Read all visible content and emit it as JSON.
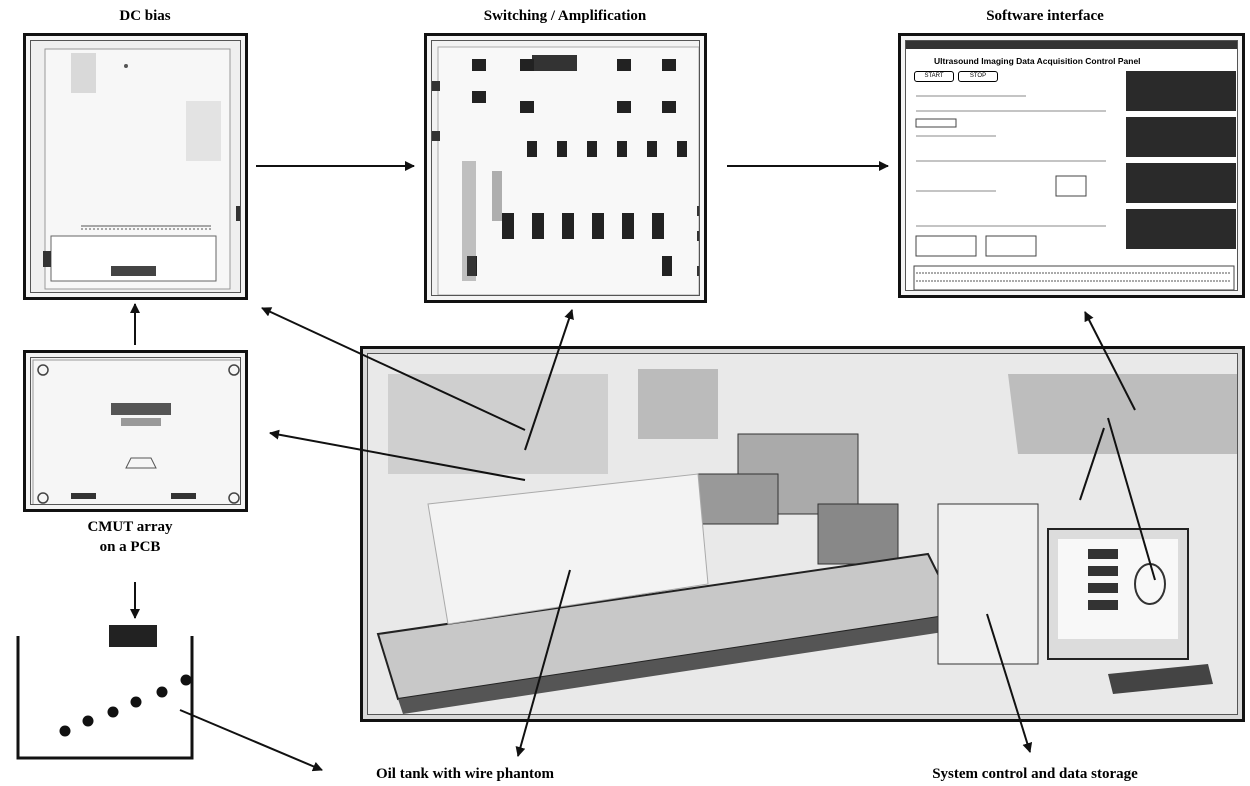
{
  "labels": {
    "dc_bias": "DC bias",
    "switching": "Switching / Amplification",
    "software": "Software interface",
    "cmut_line1": "CMUT array",
    "cmut_line2": "on a PCB",
    "oil_tank": "Oil tank with wire phantom",
    "system_control": "System control and data storage"
  },
  "software_panel": {
    "title": "Ultrasound Imaging Data Acquisition Control Panel",
    "button_1": "START",
    "button_2": "STOP"
  },
  "colors": {
    "stroke": "#111111",
    "photo_bg": "#d9d9d9",
    "panel_dark": "#2a2a2a"
  }
}
